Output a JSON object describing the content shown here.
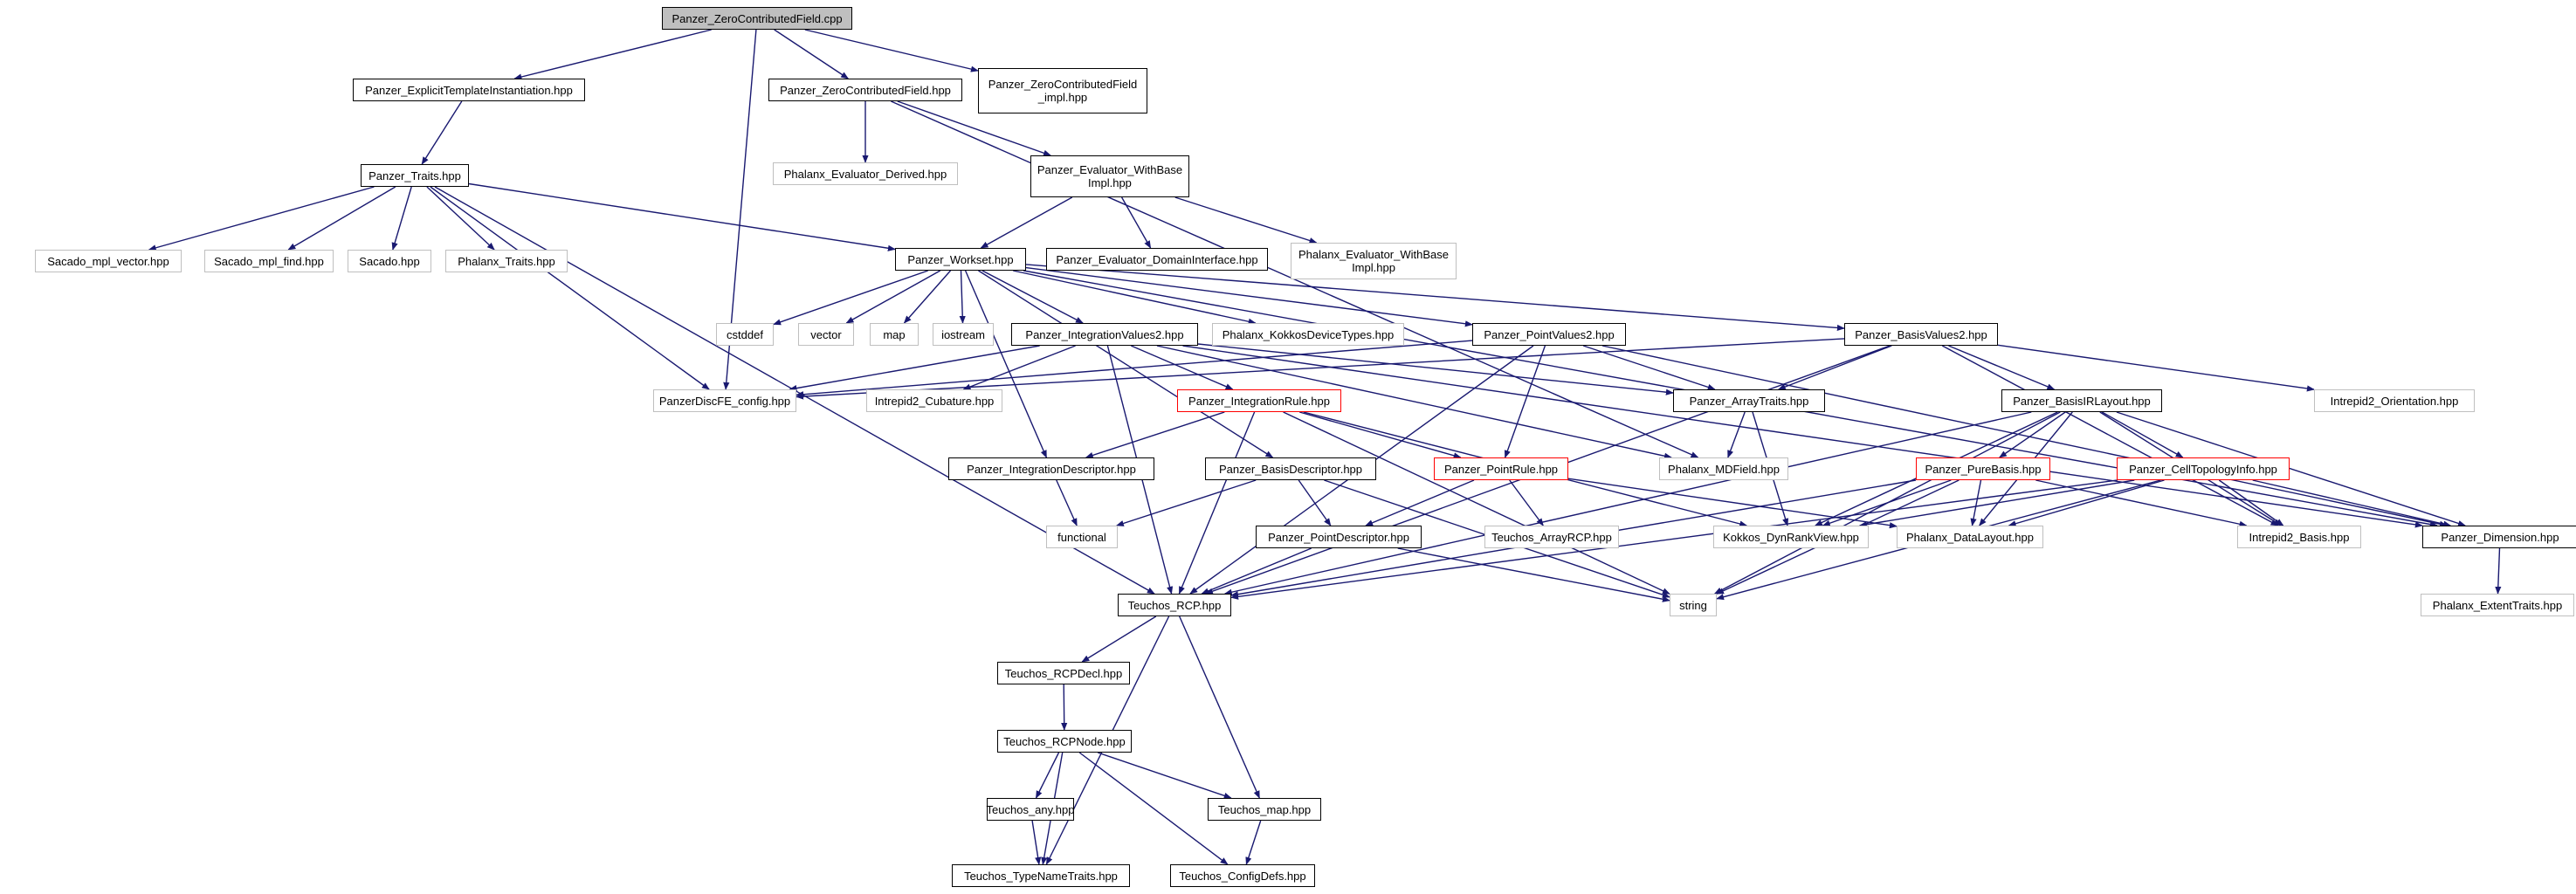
{
  "diagram": {
    "nodes": [
      {
        "id": "root",
        "label": "Panzer_ZeroContributedField.cpp",
        "style": "root"
      },
      {
        "id": "eti",
        "label": "Panzer_ExplicitTemplateInstantiation.hpp",
        "style": "normal"
      },
      {
        "id": "zcf",
        "label": "Panzer_ZeroContributedField.hpp",
        "style": "normal"
      },
      {
        "id": "zcfi",
        "label": "Panzer_ZeroContributedField\n_impl.hpp",
        "style": "normal"
      },
      {
        "id": "ped",
        "label": "Phalanx_Evaluator_Derived.hpp",
        "style": "external"
      },
      {
        "id": "pewbi",
        "label": "Panzer_Evaluator_WithBase\nImpl.hpp",
        "style": "normal"
      },
      {
        "id": "traits",
        "label": "Panzer_Traits.hpp",
        "style": "normal"
      },
      {
        "id": "sacvec",
        "label": "Sacado_mpl_vector.hpp",
        "style": "external"
      },
      {
        "id": "sacfind",
        "label": "Sacado_mpl_find.hpp",
        "style": "external"
      },
      {
        "id": "sacado",
        "label": "Sacado.hpp",
        "style": "external"
      },
      {
        "id": "phtraits",
        "label": "Phalanx_Traits.hpp",
        "style": "external"
      },
      {
        "id": "workset",
        "label": "Panzer_Workset.hpp",
        "style": "normal"
      },
      {
        "id": "edi",
        "label": "Panzer_Evaluator_DomainInterface.hpp",
        "style": "normal"
      },
      {
        "id": "phewbi",
        "label": "Phalanx_Evaluator_WithBase\nImpl.hpp",
        "style": "external"
      },
      {
        "id": "cstddef",
        "label": "cstddef",
        "style": "external"
      },
      {
        "id": "vector",
        "label": "vector",
        "style": "external"
      },
      {
        "id": "map",
        "label": "map",
        "style": "external"
      },
      {
        "id": "iostream",
        "label": "iostream",
        "style": "external"
      },
      {
        "id": "iv2",
        "label": "Panzer_IntegrationValues2.hpp",
        "style": "normal"
      },
      {
        "id": "kdt",
        "label": "Phalanx_KokkosDeviceTypes.hpp",
        "style": "external"
      },
      {
        "id": "pv2",
        "label": "Panzer_PointValues2.hpp",
        "style": "normal"
      },
      {
        "id": "bv2",
        "label": "Panzer_BasisValues2.hpp",
        "style": "normal"
      },
      {
        "id": "dfecfg",
        "label": "PanzerDiscFE_config.hpp",
        "style": "external"
      },
      {
        "id": "i2cub",
        "label": "Intrepid2_Cubature.hpp",
        "style": "external"
      },
      {
        "id": "irule",
        "label": "Panzer_IntegrationRule.hpp",
        "style": "red"
      },
      {
        "id": "arrt",
        "label": "Panzer_ArrayTraits.hpp",
        "style": "normal"
      },
      {
        "id": "birl",
        "label": "Panzer_BasisIRLayout.hpp",
        "style": "normal"
      },
      {
        "id": "i2ori",
        "label": "Intrepid2_Orientation.hpp",
        "style": "external"
      },
      {
        "id": "idesc",
        "label": "Panzer_IntegrationDescriptor.hpp",
        "style": "normal"
      },
      {
        "id": "bdesc",
        "label": "Panzer_BasisDescriptor.hpp",
        "style": "normal"
      },
      {
        "id": "prule",
        "label": "Panzer_PointRule.hpp",
        "style": "red"
      },
      {
        "id": "mdf",
        "label": "Phalanx_MDField.hpp",
        "style": "external"
      },
      {
        "id": "pbasis",
        "label": "Panzer_PureBasis.hpp",
        "style": "red"
      },
      {
        "id": "cti",
        "label": "Panzer_CellTopologyInfo.hpp",
        "style": "red"
      },
      {
        "id": "functional",
        "label": "functional",
        "style": "external"
      },
      {
        "id": "pdesc",
        "label": "Panzer_PointDescriptor.hpp",
        "style": "normal"
      },
      {
        "id": "tarcp",
        "label": "Teuchos_ArrayRCP.hpp",
        "style": "external"
      },
      {
        "id": "kdrv",
        "label": "Kokkos_DynRankView.hpp",
        "style": "external"
      },
      {
        "id": "dlay",
        "label": "Phalanx_DataLayout.hpp",
        "style": "external"
      },
      {
        "id": "i2basis",
        "label": "Intrepid2_Basis.hpp",
        "style": "external"
      },
      {
        "id": "dim",
        "label": "Panzer_Dimension.hpp",
        "style": "normal"
      },
      {
        "id": "rcp",
        "label": "Teuchos_RCP.hpp",
        "style": "normal"
      },
      {
        "id": "string",
        "label": "string",
        "style": "external"
      },
      {
        "id": "exttr",
        "label": "Phalanx_ExtentTraits.hpp",
        "style": "external"
      },
      {
        "id": "rcpdecl",
        "label": "Teuchos_RCPDecl.hpp",
        "style": "normal"
      },
      {
        "id": "rcpnode",
        "label": "Teuchos_RCPNode.hpp",
        "style": "normal"
      },
      {
        "id": "tany",
        "label": "Teuchos_any.hpp",
        "style": "normal"
      },
      {
        "id": "tmap",
        "label": "Teuchos_map.hpp",
        "style": "normal"
      },
      {
        "id": "tnt",
        "label": "Teuchos_TypeNameTraits.hpp",
        "style": "normal"
      },
      {
        "id": "tcfg",
        "label": "Teuchos_ConfigDefs.hpp",
        "style": "normal"
      }
    ],
    "edges": [
      [
        "root",
        "eti"
      ],
      [
        "root",
        "zcf"
      ],
      [
        "root",
        "zcfi"
      ],
      [
        "root",
        "dfecfg"
      ],
      [
        "eti",
        "traits"
      ],
      [
        "zcf",
        "ped"
      ],
      [
        "zcf",
        "pewbi"
      ],
      [
        "zcf",
        "mdf"
      ],
      [
        "traits",
        "sacvec"
      ],
      [
        "traits",
        "sacfind"
      ],
      [
        "traits",
        "sacado"
      ],
      [
        "traits",
        "phtraits"
      ],
      [
        "traits",
        "workset"
      ],
      [
        "traits",
        "dfecfg"
      ],
      [
        "traits",
        "rcp"
      ],
      [
        "pewbi",
        "workset"
      ],
      [
        "pewbi",
        "edi"
      ],
      [
        "pewbi",
        "phewbi"
      ],
      [
        "workset",
        "cstddef"
      ],
      [
        "workset",
        "vector"
      ],
      [
        "workset",
        "map"
      ],
      [
        "workset",
        "iostream"
      ],
      [
        "workset",
        "iv2"
      ],
      [
        "workset",
        "kdt"
      ],
      [
        "workset",
        "pv2"
      ],
      [
        "workset",
        "bv2"
      ],
      [
        "workset",
        "dim"
      ],
      [
        "workset",
        "idesc"
      ],
      [
        "workset",
        "bdesc"
      ],
      [
        "iv2",
        "dfecfg"
      ],
      [
        "iv2",
        "i2cub"
      ],
      [
        "iv2",
        "irule"
      ],
      [
        "iv2",
        "arrt"
      ],
      [
        "iv2",
        "rcp"
      ],
      [
        "iv2",
        "mdf"
      ],
      [
        "iv2",
        "dim"
      ],
      [
        "pv2",
        "dfecfg"
      ],
      [
        "pv2",
        "prule"
      ],
      [
        "pv2",
        "arrt"
      ],
      [
        "pv2",
        "rcp"
      ],
      [
        "pv2",
        "dim"
      ],
      [
        "bv2",
        "birl"
      ],
      [
        "bv2",
        "arrt"
      ],
      [
        "bv2",
        "i2ori"
      ],
      [
        "bv2",
        "i2basis"
      ],
      [
        "bv2",
        "dfecfg"
      ],
      [
        "bv2",
        "rcp"
      ],
      [
        "irule",
        "idesc"
      ],
      [
        "irule",
        "prule"
      ],
      [
        "irule",
        "rcp"
      ],
      [
        "irule",
        "kdrv"
      ],
      [
        "irule",
        "string"
      ],
      [
        "arrt",
        "mdf"
      ],
      [
        "arrt",
        "kdrv"
      ],
      [
        "birl",
        "pbasis"
      ],
      [
        "birl",
        "cti"
      ],
      [
        "birl",
        "kdrv"
      ],
      [
        "birl",
        "dlay"
      ],
      [
        "birl",
        "i2basis"
      ],
      [
        "birl",
        "dim"
      ],
      [
        "birl",
        "rcp"
      ],
      [
        "birl",
        "string"
      ],
      [
        "idesc",
        "functional"
      ],
      [
        "bdesc",
        "functional"
      ],
      [
        "bdesc",
        "pdesc"
      ],
      [
        "bdesc",
        "string"
      ],
      [
        "prule",
        "pdesc"
      ],
      [
        "prule",
        "tarcp"
      ],
      [
        "prule",
        "dlay"
      ],
      [
        "pbasis",
        "kdrv"
      ],
      [
        "pbasis",
        "dlay"
      ],
      [
        "pbasis",
        "i2basis"
      ],
      [
        "pbasis",
        "rcp"
      ],
      [
        "pbasis",
        "string"
      ],
      [
        "cti",
        "kdrv"
      ],
      [
        "cti",
        "dlay"
      ],
      [
        "cti",
        "i2basis"
      ],
      [
        "cti",
        "dim"
      ],
      [
        "cti",
        "rcp"
      ],
      [
        "cti",
        "string"
      ],
      [
        "pdesc",
        "rcp"
      ],
      [
        "pdesc",
        "string"
      ],
      [
        "dim",
        "exttr"
      ],
      [
        "rcp",
        "rcpdecl"
      ],
      [
        "rcp",
        "tmap"
      ],
      [
        "rcp",
        "tnt"
      ],
      [
        "rcpdecl",
        "rcpnode"
      ],
      [
        "rcpnode",
        "tany"
      ],
      [
        "rcpnode",
        "tmap"
      ],
      [
        "rcpnode",
        "tnt"
      ],
      [
        "rcpnode",
        "tcfg"
      ],
      [
        "tany",
        "tnt"
      ],
      [
        "tmap",
        "tcfg"
      ]
    ]
  }
}
